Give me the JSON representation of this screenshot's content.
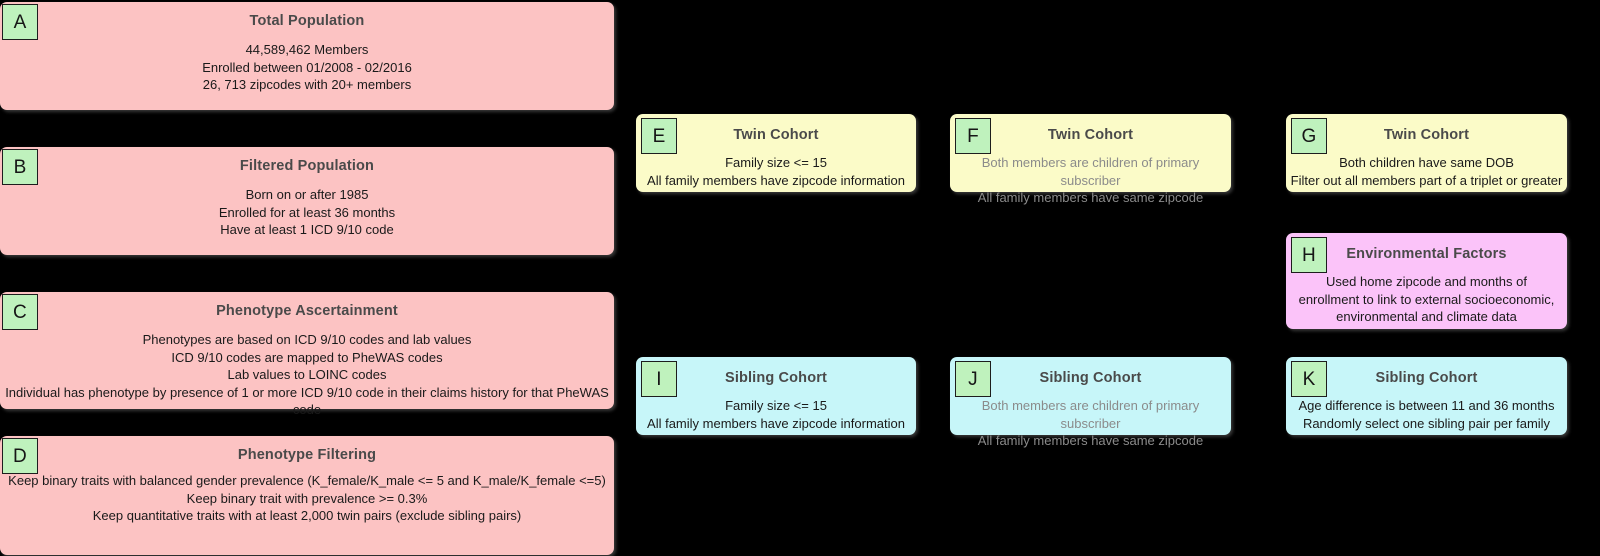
{
  "figure": {
    "background_color": "#000000",
    "badge_color": "#bff2bd",
    "colors": {
      "population_panel": "#fcc3c3",
      "twin_panel": "#fbfbc8",
      "sibling_panel": "#c7f6f9",
      "environment_panel": "#fbc3f9",
      "title_text": "#4a4a4a",
      "body_text": "#1a1a1a",
      "muted_body_text": "#8b8b8b"
    }
  },
  "panels": {
    "a": {
      "letter": "A",
      "title": "Total Population",
      "body": "44,589,462 Members\nEnrolled between 01/2008 - 02/2016\n26, 713 zipcodes with 20+ members"
    },
    "b": {
      "letter": "B",
      "title": "Filtered Population",
      "body": "Born on or after 1985\nEnrolled for at least 36 months\nHave at least 1 ICD 9/10 code"
    },
    "c": {
      "letter": "C",
      "title": "Phenotype Ascertainment",
      "body": "Phenotypes are based on ICD 9/10 codes and lab values\nICD 9/10 codes are mapped to PheWAS codes\nLab values to LOINC codes\nIndividual has phenotype by presence of 1 or more ICD 9/10 code in their claims history for that PheWAS code"
    },
    "d": {
      "letter": "D",
      "title": "Phenotype Filtering",
      "body": "Keep binary traits with balanced gender prevalence (K_female/K_male <= 5 and K_male/K_female <=5)\nKeep binary trait with prevalence >= 0.3%\nKeep quantitative traits with at least 2,000 twin pairs (exclude sibling pairs)"
    },
    "e": {
      "letter": "E",
      "title": "Twin Cohort",
      "body": "Family size <= 15\nAll family members have zipcode information"
    },
    "f": {
      "letter": "F",
      "title": "Twin Cohort",
      "body": "Both members are children of primary subscriber\nAll family members have same zipcode"
    },
    "g": {
      "letter": "G",
      "title": "Twin Cohort",
      "body": "Both children have same DOB\nFilter out all members part of a triplet or greater"
    },
    "h": {
      "letter": "H",
      "title": "Environmental Factors",
      "body": "Used home zipcode and months of enrollment to link to external socioeconomic, environmental and climate data"
    },
    "i": {
      "letter": "I",
      "title": "Sibling Cohort",
      "body": "Family size <= 15\nAll family members have zipcode information"
    },
    "j": {
      "letter": "J",
      "title": "Sibling Cohort",
      "body": "Both members are children of primary subscriber\nAll family members have same zipcode"
    },
    "k": {
      "letter": "K",
      "title": "Sibling Cohort",
      "body": "Age difference is between 11 and 36 months\nRandomly select one sibling pair per family"
    }
  }
}
